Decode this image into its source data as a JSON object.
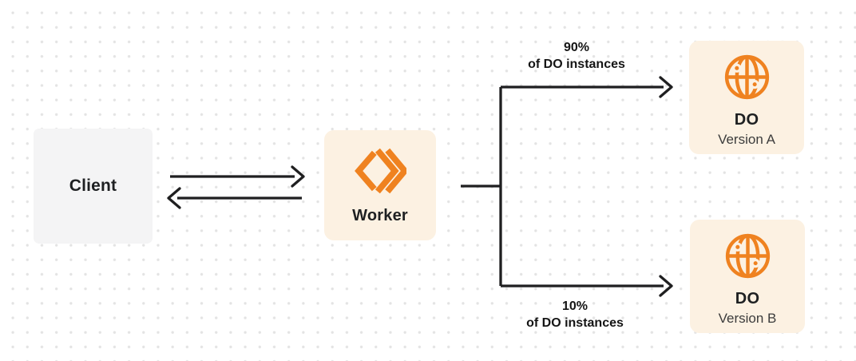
{
  "nodes": {
    "client": {
      "label": "Client"
    },
    "worker": {
      "label": "Worker",
      "icon": "workers-icon"
    },
    "do_a": {
      "title": "DO",
      "subtitle": "Version A",
      "icon": "globe-icon"
    },
    "do_b": {
      "title": "DO",
      "subtitle": "Version B",
      "icon": "globe-icon"
    }
  },
  "edges": {
    "top": {
      "pct": "90%",
      "text": "of DO instances"
    },
    "bottom": {
      "pct": "10%",
      "text": "of DO instances"
    }
  },
  "colors": {
    "accent_orange": "#EF8220",
    "node_cream": "#FCF1E2",
    "node_gray": "#F4F4F5",
    "line_dark": "#1F1F20",
    "dot_grid": "#E3E3E3"
  }
}
